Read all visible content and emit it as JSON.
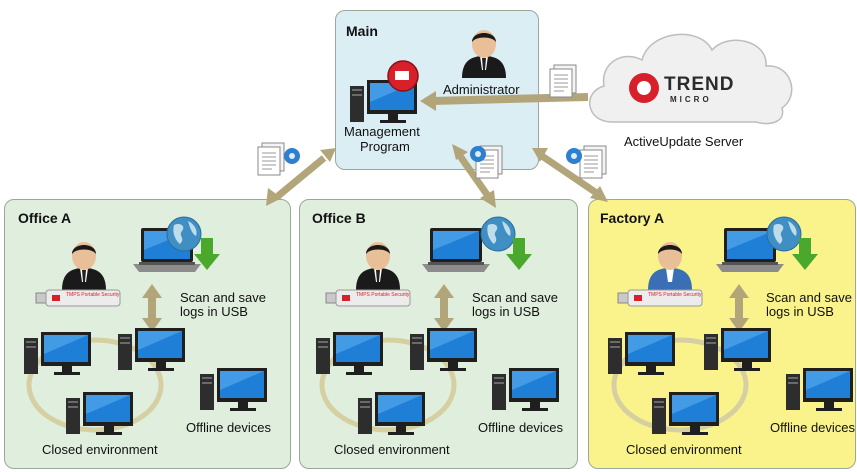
{
  "main": {
    "title": "Main",
    "admin_label": "Administrator",
    "program_label_1": "Management",
    "program_label_2": "Program"
  },
  "cloud": {
    "brand_line1": "TREND",
    "brand_line2": "MICRO",
    "server_label": "ActiveUpdate Server"
  },
  "sites": [
    {
      "title": "Office A",
      "scan_line1": "Scan and save",
      "scan_line2": "logs in USB",
      "closed_label": "Closed environment",
      "offline_label": "Offline devices",
      "usb_label": "TMPS Portable Security"
    },
    {
      "title": "Office B",
      "scan_line1": "Scan and save",
      "scan_line2": "logs in USB",
      "closed_label": "Closed environment",
      "offline_label": "Offline devices",
      "usb_label": "TMPS Portable Security"
    },
    {
      "title": "Factory A",
      "scan_line1": "Scan and save",
      "scan_line2": "logs in USB",
      "closed_label": "Closed environment",
      "offline_label": "Offline devices",
      "usb_label": "TMPS Portable Security"
    }
  ],
  "colors": {
    "main_bg": "#dbeef4",
    "office_bg": "#dfeedd",
    "factory_bg": "#faf38c",
    "arrow": "#b3a57a",
    "screen": "#1f7fd6",
    "globe": "#3f8fc4",
    "download": "#4aa82d",
    "trend_red": "#d7202a"
  }
}
